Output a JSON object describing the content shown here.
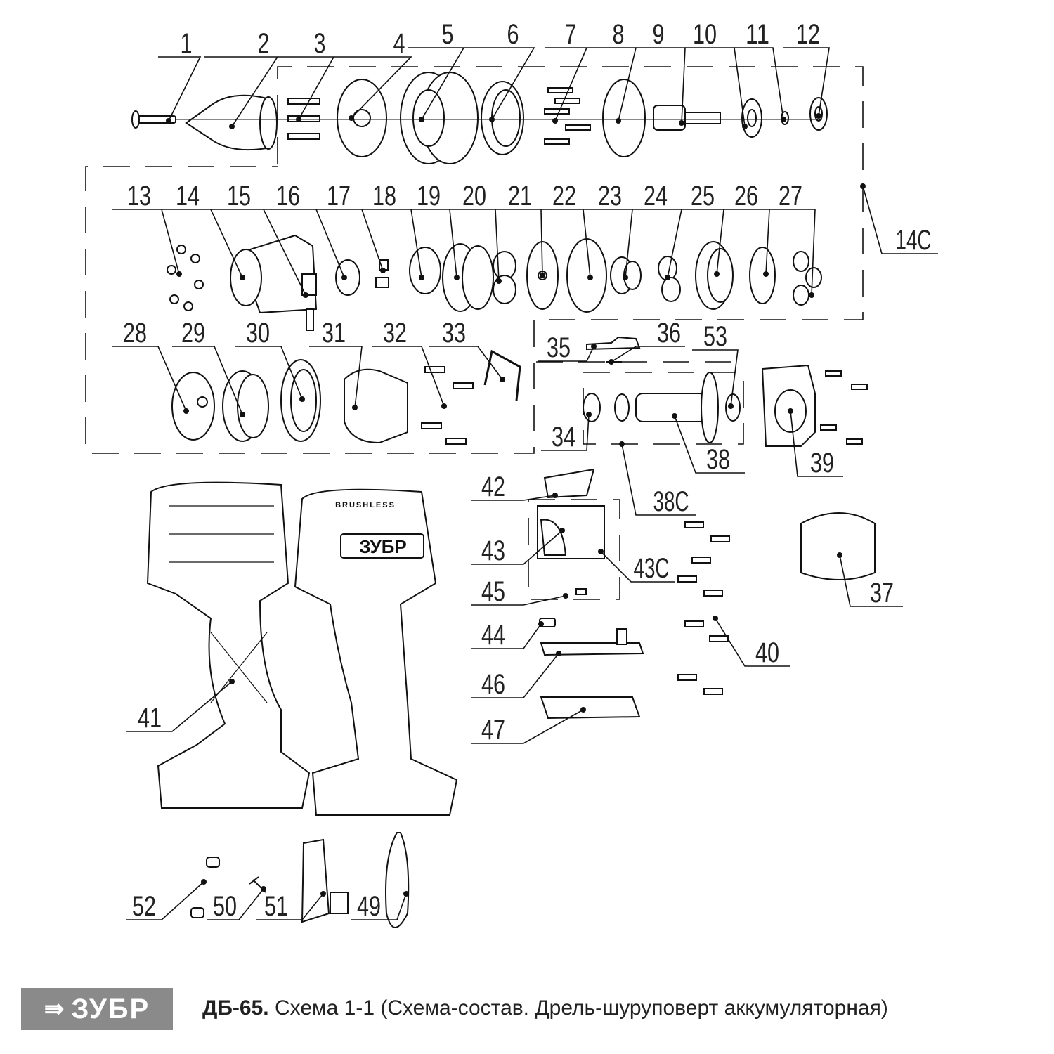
{
  "labels": [
    "1",
    "2",
    "3",
    "4",
    "5",
    "6",
    "7",
    "8",
    "9",
    "10",
    "11",
    "12",
    "14C",
    "13",
    "14",
    "15",
    "16",
    "17",
    "18",
    "19",
    "20",
    "21",
    "22",
    "23",
    "24",
    "25",
    "26",
    "27",
    "28",
    "29",
    "30",
    "31",
    "32",
    "33",
    "35",
    "36",
    "53",
    "34",
    "38",
    "39",
    "42",
    "38C",
    "43",
    "43C",
    "45",
    "37",
    "44",
    "40",
    "46",
    "47",
    "41",
    "52",
    "50",
    "51",
    "49"
  ],
  "housing_text": {
    "brand": "ЗУБР",
    "series": "BRUSHLESS"
  },
  "footer": {
    "logo": "ЗУБР",
    "model": "ДБ-65.",
    "title": "Схема 1-1 (Схема-состав. Дрель-шуруповерт аккумуляторная)"
  }
}
